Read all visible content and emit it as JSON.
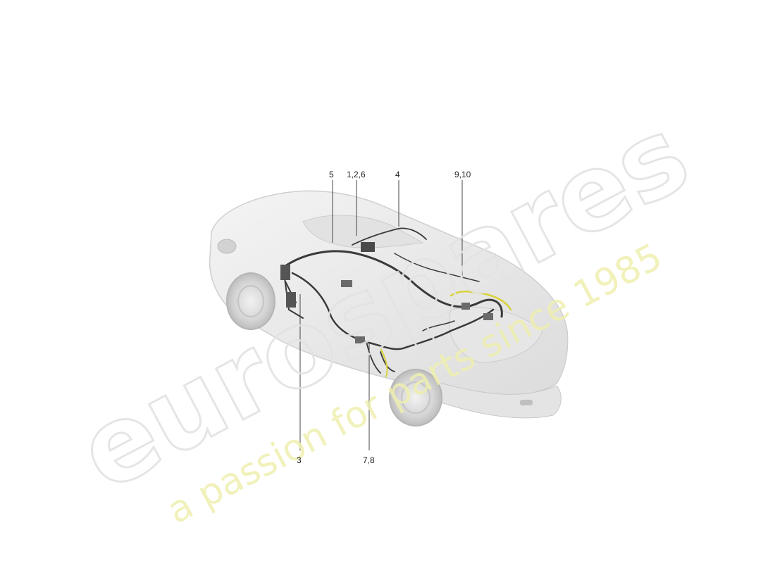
{
  "callouts": {
    "c5": "5",
    "c126": "1,2,6",
    "c4": "4",
    "c910": "9,10",
    "c3": "3",
    "c78": "7,8"
  },
  "watermark": {
    "brand": "eurospares",
    "tagline": "a passion for parts since 1985",
    "brand_color": "#e6e6e6",
    "tagline_color": "#efefb0"
  },
  "colors": {
    "body": "#ececec",
    "body_edge": "#c9c9c9",
    "harness": "#3a3a3a",
    "harness_highlight": "#d9d23a",
    "leader": "#444444"
  }
}
